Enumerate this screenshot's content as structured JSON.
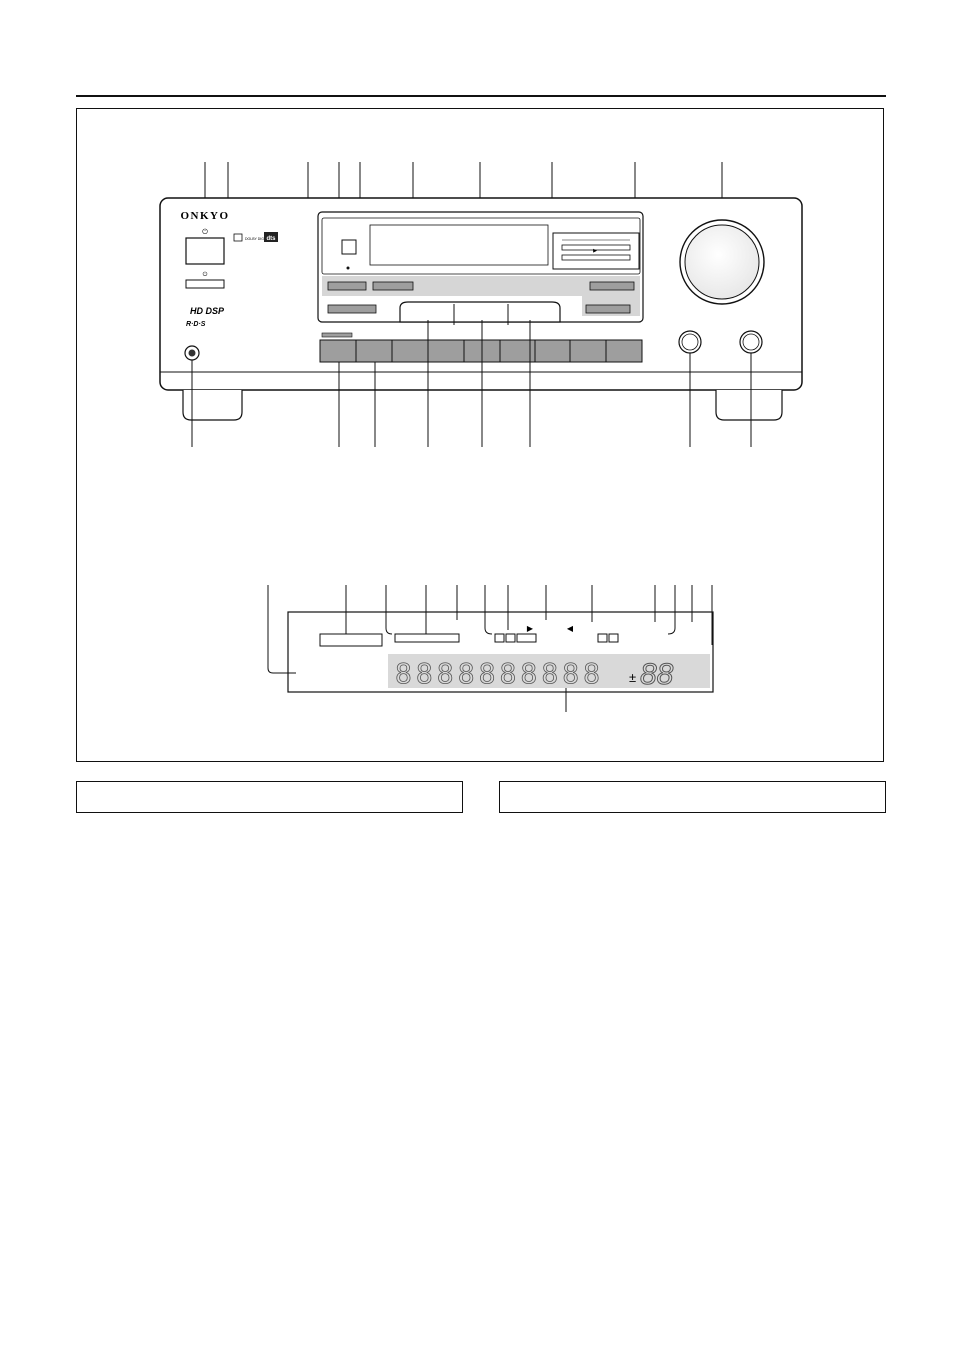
{
  "device": {
    "brand_logo": "ONKYO",
    "hd_dsp_logo": "HD DSP",
    "rds_logo": "R·D·S",
    "dolby_logo": "DOLBY DIGITAL",
    "dts_logo": "dts",
    "power_symbol": "⏻"
  },
  "display": {
    "char_segments": "8888888888",
    "level_sign": "±",
    "level_digits": "88",
    "play_arrow": "▶",
    "back_arrow": "◀"
  },
  "colors": {
    "ink": "#111111",
    "panel_gray": "#d6d6d6",
    "button_gray": "#9e9e9e",
    "display_gray": "#d9d9d9"
  },
  "sections": {
    "left_title": "",
    "right_title": ""
  }
}
